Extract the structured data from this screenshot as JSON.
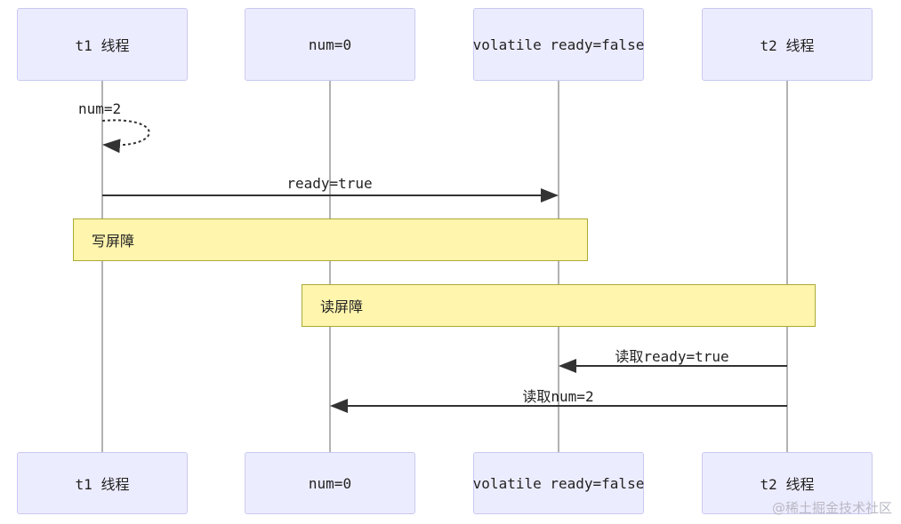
{
  "participants": {
    "t1": "t1 线程",
    "num": "num=0",
    "ready": "volatile ready=false",
    "t2": "t2 线程"
  },
  "messages": {
    "self_num": "num=2",
    "ready_true": "ready=true",
    "read_ready": "读取ready=true",
    "read_num": "读取num=2"
  },
  "notes": {
    "write_barrier": "写屏障",
    "read_barrier": "读屏障"
  },
  "watermark": "@稀土掘金技术社区",
  "colors": {
    "participant_fill": "#ececff",
    "participant_border": "#c9c9f2",
    "note_fill": "#fff5ad",
    "note_border": "#aaaa33",
    "line": "#333333"
  }
}
